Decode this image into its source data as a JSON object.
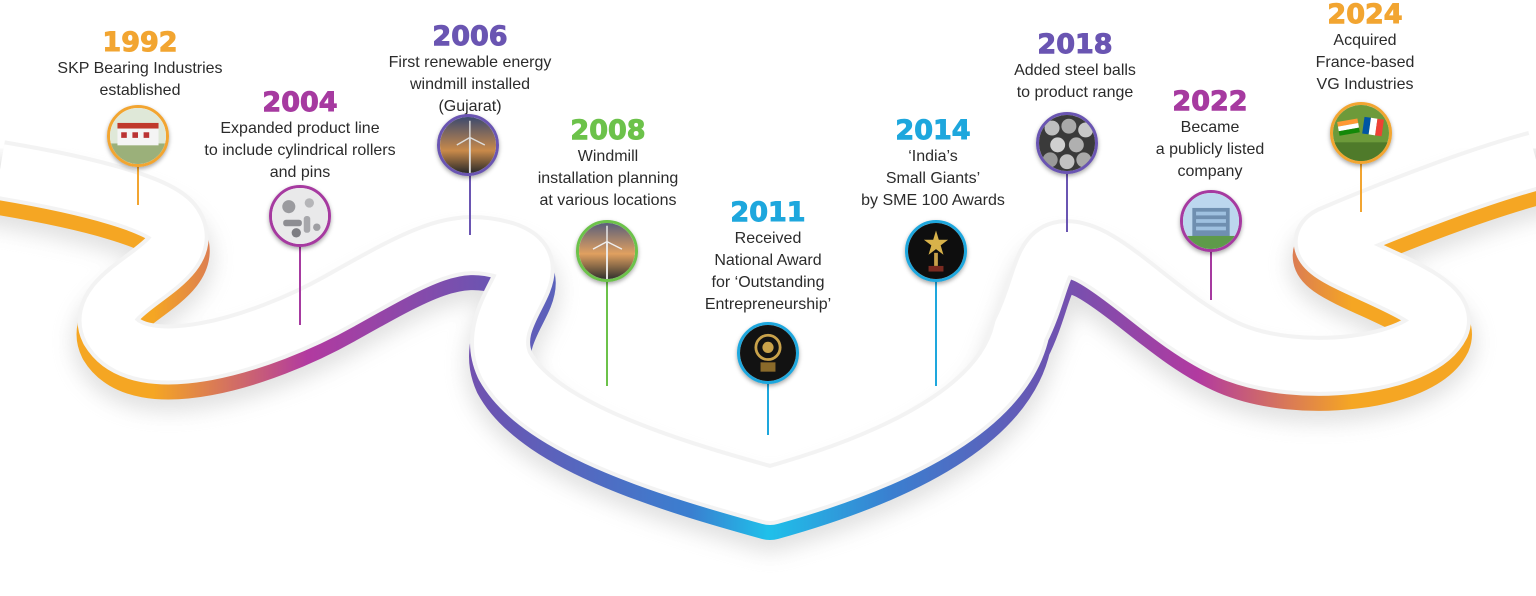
{
  "colors": {
    "orange": "#f2a531",
    "purple": "#a63aa0",
    "indigo": "#6a55b2",
    "green": "#6cc24a",
    "cyan": "#1ea7dd",
    "blue": "#3a86c8"
  },
  "milestones": [
    {
      "year": "1992",
      "lines": [
        "SKP Bearing Industries",
        "established"
      ],
      "color": "#f2a531",
      "icon": "factory-icon"
    },
    {
      "year": "2004",
      "lines": [
        "Expanded product line",
        "to include cylindrical rollers",
        "and pins"
      ],
      "color": "#a63aa0",
      "icon": "rollers-pins-icon"
    },
    {
      "year": "2006",
      "lines": [
        "First renewable energy",
        "windmill installed",
        "(Gujarat)"
      ],
      "color": "#6a55b2",
      "icon": "windmill-icon"
    },
    {
      "year": "2008",
      "lines": [
        "Windmill",
        "installation planning",
        "at various locations"
      ],
      "color": "#6cc24a",
      "icon": "windmill-sunset-icon"
    },
    {
      "year": "2011",
      "lines": [
        "Received",
        "National Award",
        "for ‘Outstanding",
        "Entrepreneurship’"
      ],
      "color": "#1ea7dd",
      "icon": "award-trophy-icon"
    },
    {
      "year": "2014",
      "lines": [
        "‘India’s",
        "Small Giants’",
        "by SME 100 Awards"
      ],
      "color": "#1ea7dd",
      "icon": "star-trophy-icon"
    },
    {
      "year": "2018",
      "lines": [
        "Added steel balls",
        "to product range"
      ],
      "color": "#6a55b2",
      "icon": "steel-balls-icon"
    },
    {
      "year": "2022",
      "lines": [
        "Became",
        "a publicly listed",
        "company"
      ],
      "color": "#a63aa0",
      "icon": "office-building-icon"
    },
    {
      "year": "2024",
      "lines": [
        "Acquired",
        "France-based",
        "VG Industries"
      ],
      "color": "#f2a531",
      "icon": "india-france-flags-icon"
    }
  ]
}
